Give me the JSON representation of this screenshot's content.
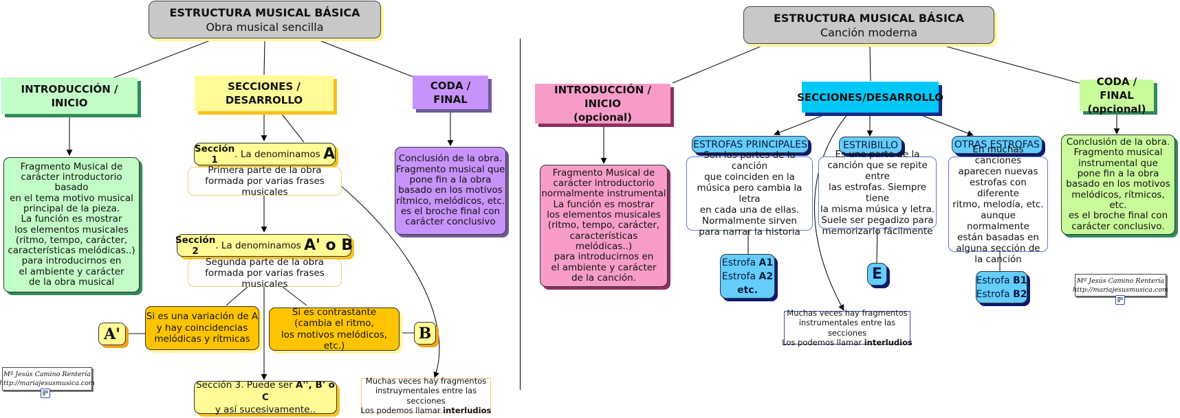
{
  "left": {
    "title": {
      "line1": "ESTRUCTURA MUSICAL BÁSICA",
      "line2": "Obra musical sencilla"
    },
    "intro": {
      "header": "INTRODUCCIÓN / INICIO",
      "body": "Fragmento Musical de\ncarácter introductorio basado\nen el tema motivo musical\nprincipal de la pieza.\nLa función es mostrar\nlos elementos musicales\n(ritmo, tempo, carácter,\ncaracterísticas melódicas..)\npara   introducirnos en\nel  ambiente y  carácter\nde la obra musical"
    },
    "sections": {
      "header": "SECCIONES / DESARROLLO",
      "section1": {
        "label_bold": "Sección 1",
        "label_rest": ". La denominamos ",
        "letter": "A",
        "desc": "Primera parte de la obra\nformada por varias frases musicales"
      },
      "section2": {
        "label_bold": "Sección 2",
        "label_rest": ". La denominamos ",
        "letter": "A' o B",
        "desc": "Segunda parte de la obra\nformada por varias frases musicales"
      },
      "variation": "Si es una variación de A\ny hay coincidencias\nmelódicas y rítmicas",
      "variation_letter": "A'",
      "contrast": "Si es contrastante\n(cambia el ritmo,\nlos motivos melódicos, etc.)",
      "contrast_letter": "B",
      "section3": {
        "text": "Sección 3. Puede ser ",
        "bold": "A'', B' o C",
        "line2": "y así sucesivamente.."
      }
    },
    "coda": {
      "header": "CODA / FINAL",
      "body": "Conclusión de la obra.\nFragmento musical que\npone fin a la obra\nbasado en los motivos\nrítmico, melódicos, etc.\nes el broche final con\ncarácter conclusivo"
    },
    "interlude_note": {
      "line1": "Muchas veces hay fragmentos",
      "line2": "instruymentales entre las secciones",
      "line3_text": "Los podemos llamar ",
      "line3_bold": "interludios"
    },
    "credit": {
      "name": "Mª Jesús Camino Rentería",
      "url": "http://mariajesusmusica.com",
      "icon": "document-icon"
    }
  },
  "right": {
    "title": {
      "line1": "ESTRUCTURA MUSICAL BÁSICA",
      "line2": "Canción moderna"
    },
    "intro": {
      "header": "INTRODUCCIÓN / INICIO",
      "header_sub": "(opcional)",
      "body": "Fragmento Musical de\ncarácter introductorio\nnormalmente instrumental\nLa función es mostrar\nlos elementos musicales\n(ritmo, tempo, carácter,\ncaracterísticas melódicas..)\npara   introducirnos en\nel  ambiente y  carácter\nde la canción."
    },
    "sections": {
      "header": "SECCIONES/DESARROLLO",
      "estrofas": {
        "label": "ESTROFAS PRINCIPALES",
        "desc": "Son las partes de la canción\nque coinciden en la\nmúsica pero cambia la letra\nen cada una de ellas.\nNormalmente sirven\npara narrar la historia",
        "items": [
          {
            "text": "Estrofa ",
            "bold": "A1"
          },
          {
            "text": "Estrofa ",
            "bold": "A2"
          },
          {
            "text": "",
            "bold": "etc."
          }
        ]
      },
      "estribillo": {
        "label": "ESTRIBILLO",
        "desc": "Es una parte de la\ncanción que se repite entre\nlas estrofas. Siempre tiene\nla misma música y letra.\nSuele ser pegadizo para\nmemorizarlo fácilmente",
        "letter": "E"
      },
      "otras": {
        "label": "OTRAS ESTROFAS",
        "desc": "En muchas canciones\naparecen nuevas\nestrofas con diferente\nritmo, melodía, etc.\naunque normalmente\nestán basadas en\nalguna sección de\nla canción",
        "items": [
          {
            "text": "Estrofa ",
            "bold": "B1"
          },
          {
            "text": "Estrofa ",
            "bold": "B2"
          }
        ]
      }
    },
    "coda": {
      "header": "CODA / FINAL",
      "header_sub": "(opcional)",
      "body": "Conclusión de la obra.\nFragmento musical\ninstrumental que\npone fin a la obra\nbasado en los motivos\nmelódicos, rítmicos, etc.\nes el broche final con\ncarácter conclusivo."
    },
    "interlude_note": {
      "line1": "Muchas veces hay fragmentos",
      "line2": "instrumentales entre las secciones",
      "line3_text": "Los podemos llamar ",
      "line3_bold": "interludios"
    },
    "credit": {
      "name": "Mª Jesús Camino Rentería",
      "url": "http://mariajesusmusica.com",
      "icon": "document-icon"
    }
  }
}
